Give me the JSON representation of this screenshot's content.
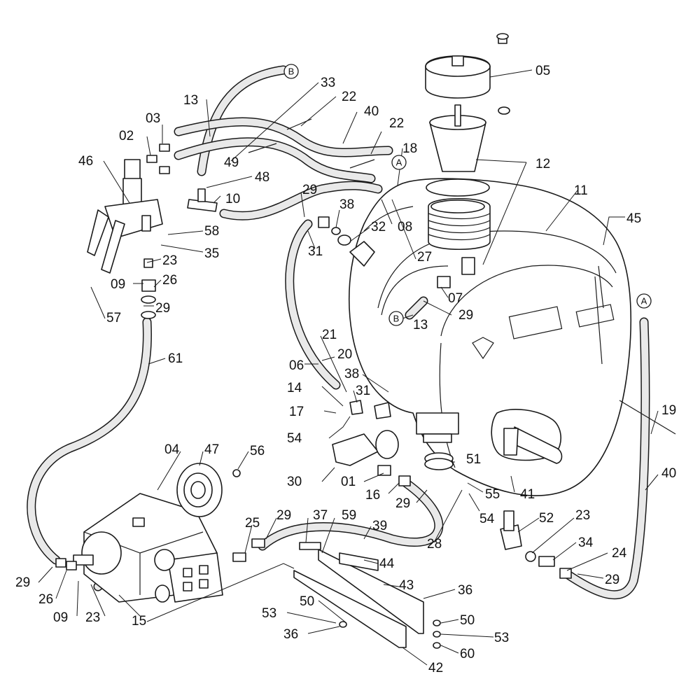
{
  "labels": {
    "l05": "05",
    "l12": "12",
    "l11": "11",
    "l45": "45",
    "l13a": "13",
    "l33": "33",
    "l22a": "22",
    "l40a": "40",
    "l22b": "22",
    "l18": "18",
    "l03": "03",
    "l02": "02",
    "l46": "46",
    "l49": "49",
    "l48": "48",
    "l10": "10",
    "l29a": "29",
    "l38a": "38",
    "l32": "32",
    "l08": "08",
    "l27": "27",
    "l58": "58",
    "l35": "35",
    "l23a": "23",
    "l09a": "09",
    "l26a": "26",
    "l29b": "29",
    "l57": "57",
    "l61": "61",
    "l31a": "31",
    "l07": "07",
    "l29c": "29",
    "l13b": "13",
    "l21": "21",
    "l20": "20",
    "l06": "06",
    "l38b": "38",
    "l14": "14",
    "l31b": "31",
    "l17": "17",
    "l54a": "54",
    "l19": "19",
    "l40b": "40",
    "l04": "04",
    "l47": "47",
    "l56": "56",
    "l30": "30",
    "l01": "01",
    "l16": "16",
    "l29d": "29",
    "l51": "51",
    "l55": "55",
    "l41": "41",
    "l54b": "54",
    "l25": "25",
    "l29e": "29",
    "l37": "37",
    "l59": "59",
    "l39": "39",
    "l52": "52",
    "l23b": "23",
    "l34": "34",
    "l24": "24",
    "l29f": "29",
    "l28": "28",
    "l44": "44",
    "l43": "43",
    "l36a": "36",
    "l29g": "29",
    "l26b": "26",
    "l09b": "09",
    "l23c": "23",
    "l15": "15",
    "l53a": "53",
    "l50a": "50",
    "l36b": "36",
    "l50b": "50",
    "l53b": "53",
    "l60": "60",
    "l42": "42"
  },
  "connectors": {
    "c_b1": "B",
    "c_a1": "A",
    "c_b2": "B",
    "c_a2": "A"
  }
}
